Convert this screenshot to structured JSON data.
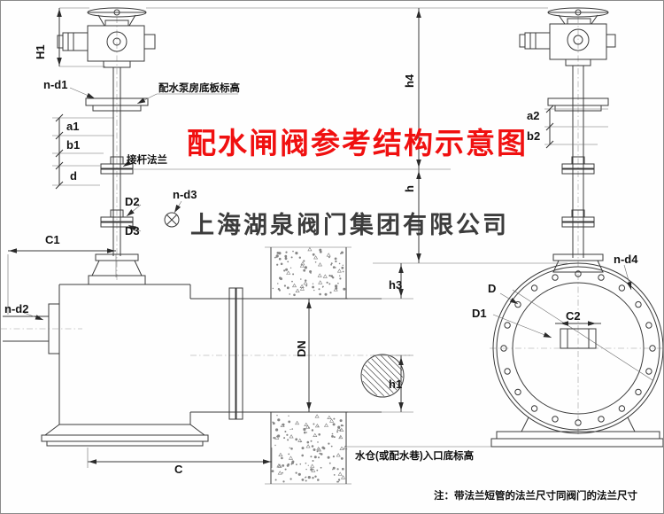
{
  "title": "配水闸阀参考结构示意图",
  "watermark": "上海湖泉阀门集团有限公司",
  "note": "注：带法兰短管的法兰尺寸同阀门的法兰尺寸",
  "annotations": {
    "pump_room_floor": "配水泵房底板标高",
    "stem_flange": "接杆法兰",
    "inlet_bottom": "水仓(或配水巷)入口底标高"
  },
  "labels": {
    "H1": "H1",
    "n-d1": "n-d1",
    "a1": "a1",
    "b1": "b1",
    "d": "d",
    "D2": "D2",
    "D3": "D3",
    "n-d3": "n-d3",
    "C1": "C1",
    "n-d2": "n-d2",
    "C": "C",
    "DN": "DN",
    "h3": "h3",
    "h1": "h1",
    "h": "h",
    "h4": "h4",
    "a2": "a2",
    "b2": "b2",
    "n-d4": "n-d4",
    "D": "D",
    "D1": "D1",
    "C2": "C2"
  },
  "colors": {
    "title_red": "#f01010",
    "line": "#3a3a3a",
    "watermark_gray": "#3c3c3c"
  }
}
